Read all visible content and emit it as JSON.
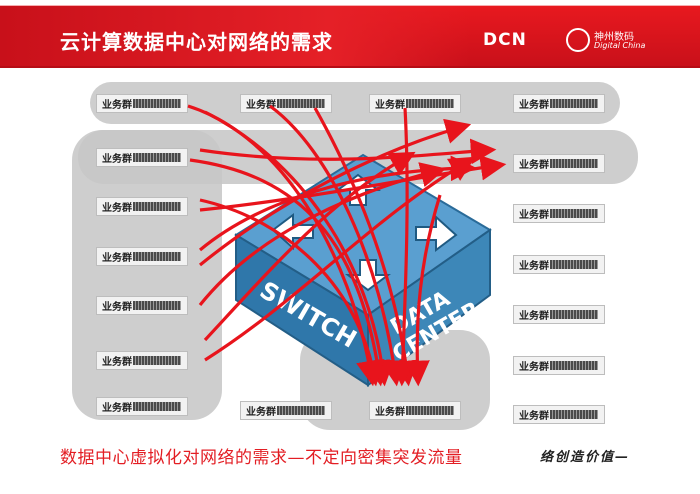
{
  "header": {
    "title": "云计算数据中心对网络的需求",
    "logo_dcn": "DCN",
    "logo_company_cn": "神州数码",
    "logo_company_en": "Digital China"
  },
  "diagram": {
    "group_label": "业务群",
    "switch_text_left": "SWITCH",
    "switch_text_right_1": "DATA",
    "switch_text_right_2": "CENTER"
  },
  "footer": {
    "caption": "数据中心虚拟化对网络的需求—不定向密集突发流量",
    "slogan": "络创造价值—"
  },
  "colors": {
    "brand_red": "#e52027",
    "arrow_red": "#e8141c",
    "switch_blue": "#3d87b8"
  }
}
